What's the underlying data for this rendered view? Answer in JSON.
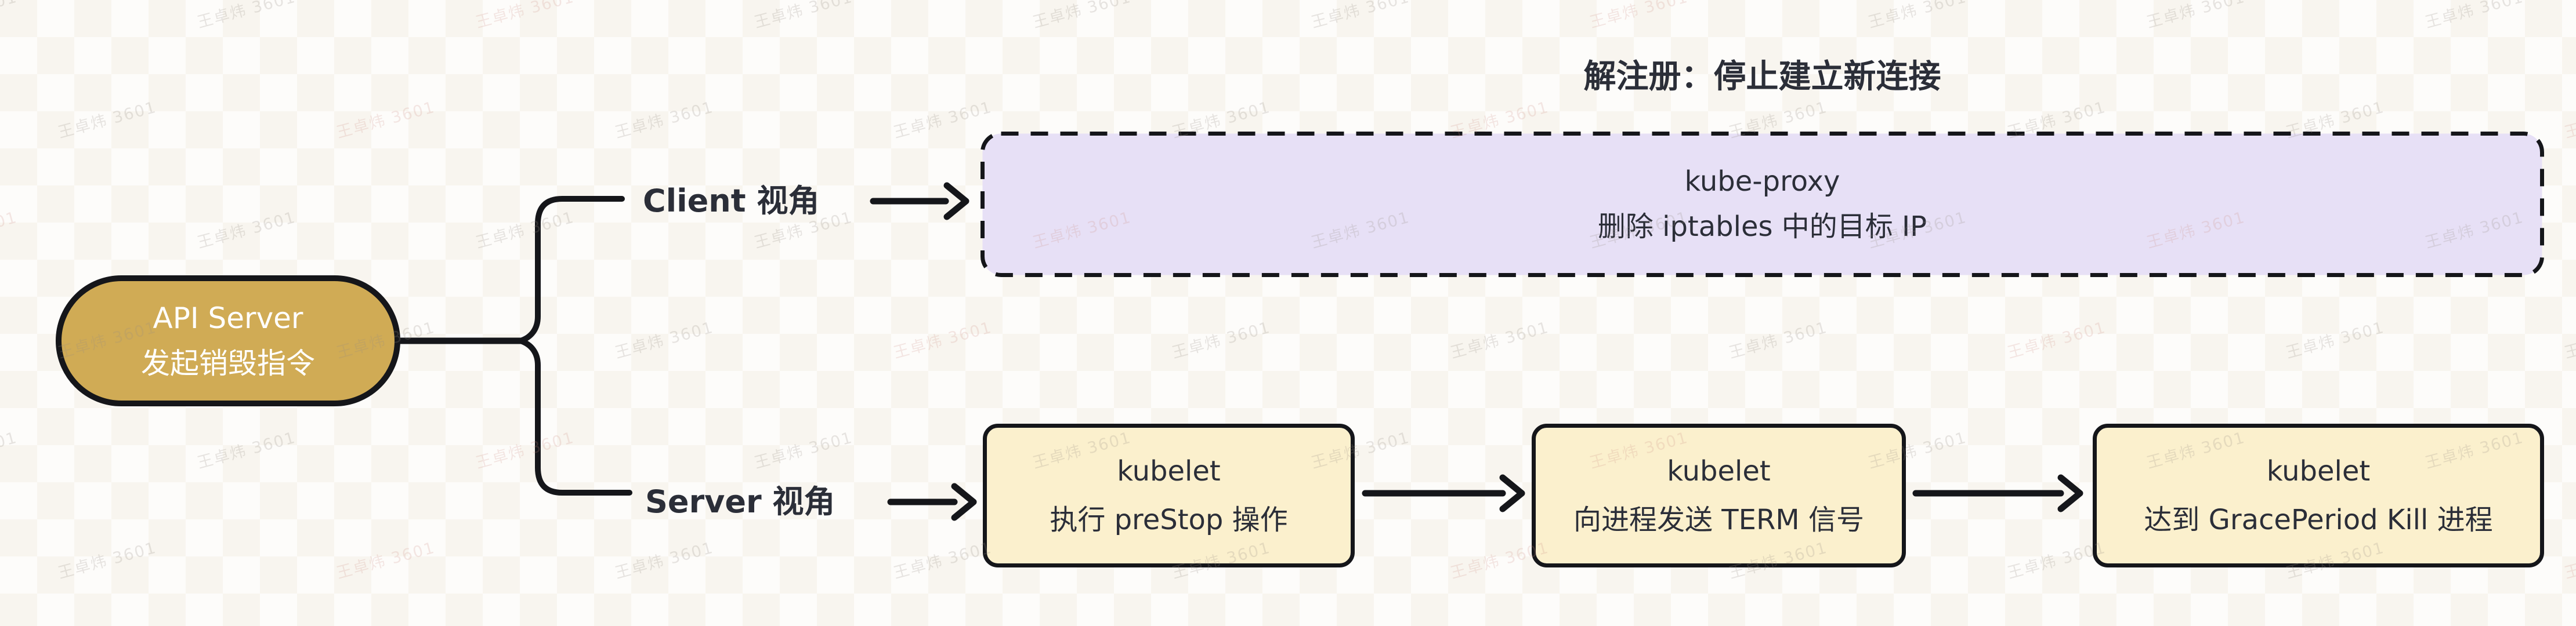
{
  "diagram": {
    "root": {
      "line1": "API Server",
      "line2": "发起销毁指令"
    },
    "client_branch": {
      "label": "Client 视角",
      "annotation": "解注册：停止建立新连接",
      "node": {
        "line1": "kube-proxy",
        "line2": "删除 iptables 中的目标 IP"
      }
    },
    "server_branch": {
      "label": "Server 视角",
      "steps": [
        {
          "line1": "kubelet",
          "line2": "执行 preStop 操作"
        },
        {
          "line1": "kubelet",
          "line2": "向进程发送 TERM 信号"
        },
        {
          "line1": "kubelet",
          "line2": "达到 GracePeriod Kill 进程"
        }
      ]
    }
  },
  "watermark": {
    "text": "王卓炜 3601"
  },
  "colors": {
    "stroke": "#15161a",
    "text_dark": "#2b2e38",
    "text_light": "#ffffff",
    "root_fill": "#d0ab55",
    "client_node_fill": "#e6def6",
    "server_node_fill": "#fbf0cd",
    "watermark_gray": "rgba(150,142,132,0.22)",
    "watermark_pink": "rgba(205,138,128,0.20)"
  }
}
